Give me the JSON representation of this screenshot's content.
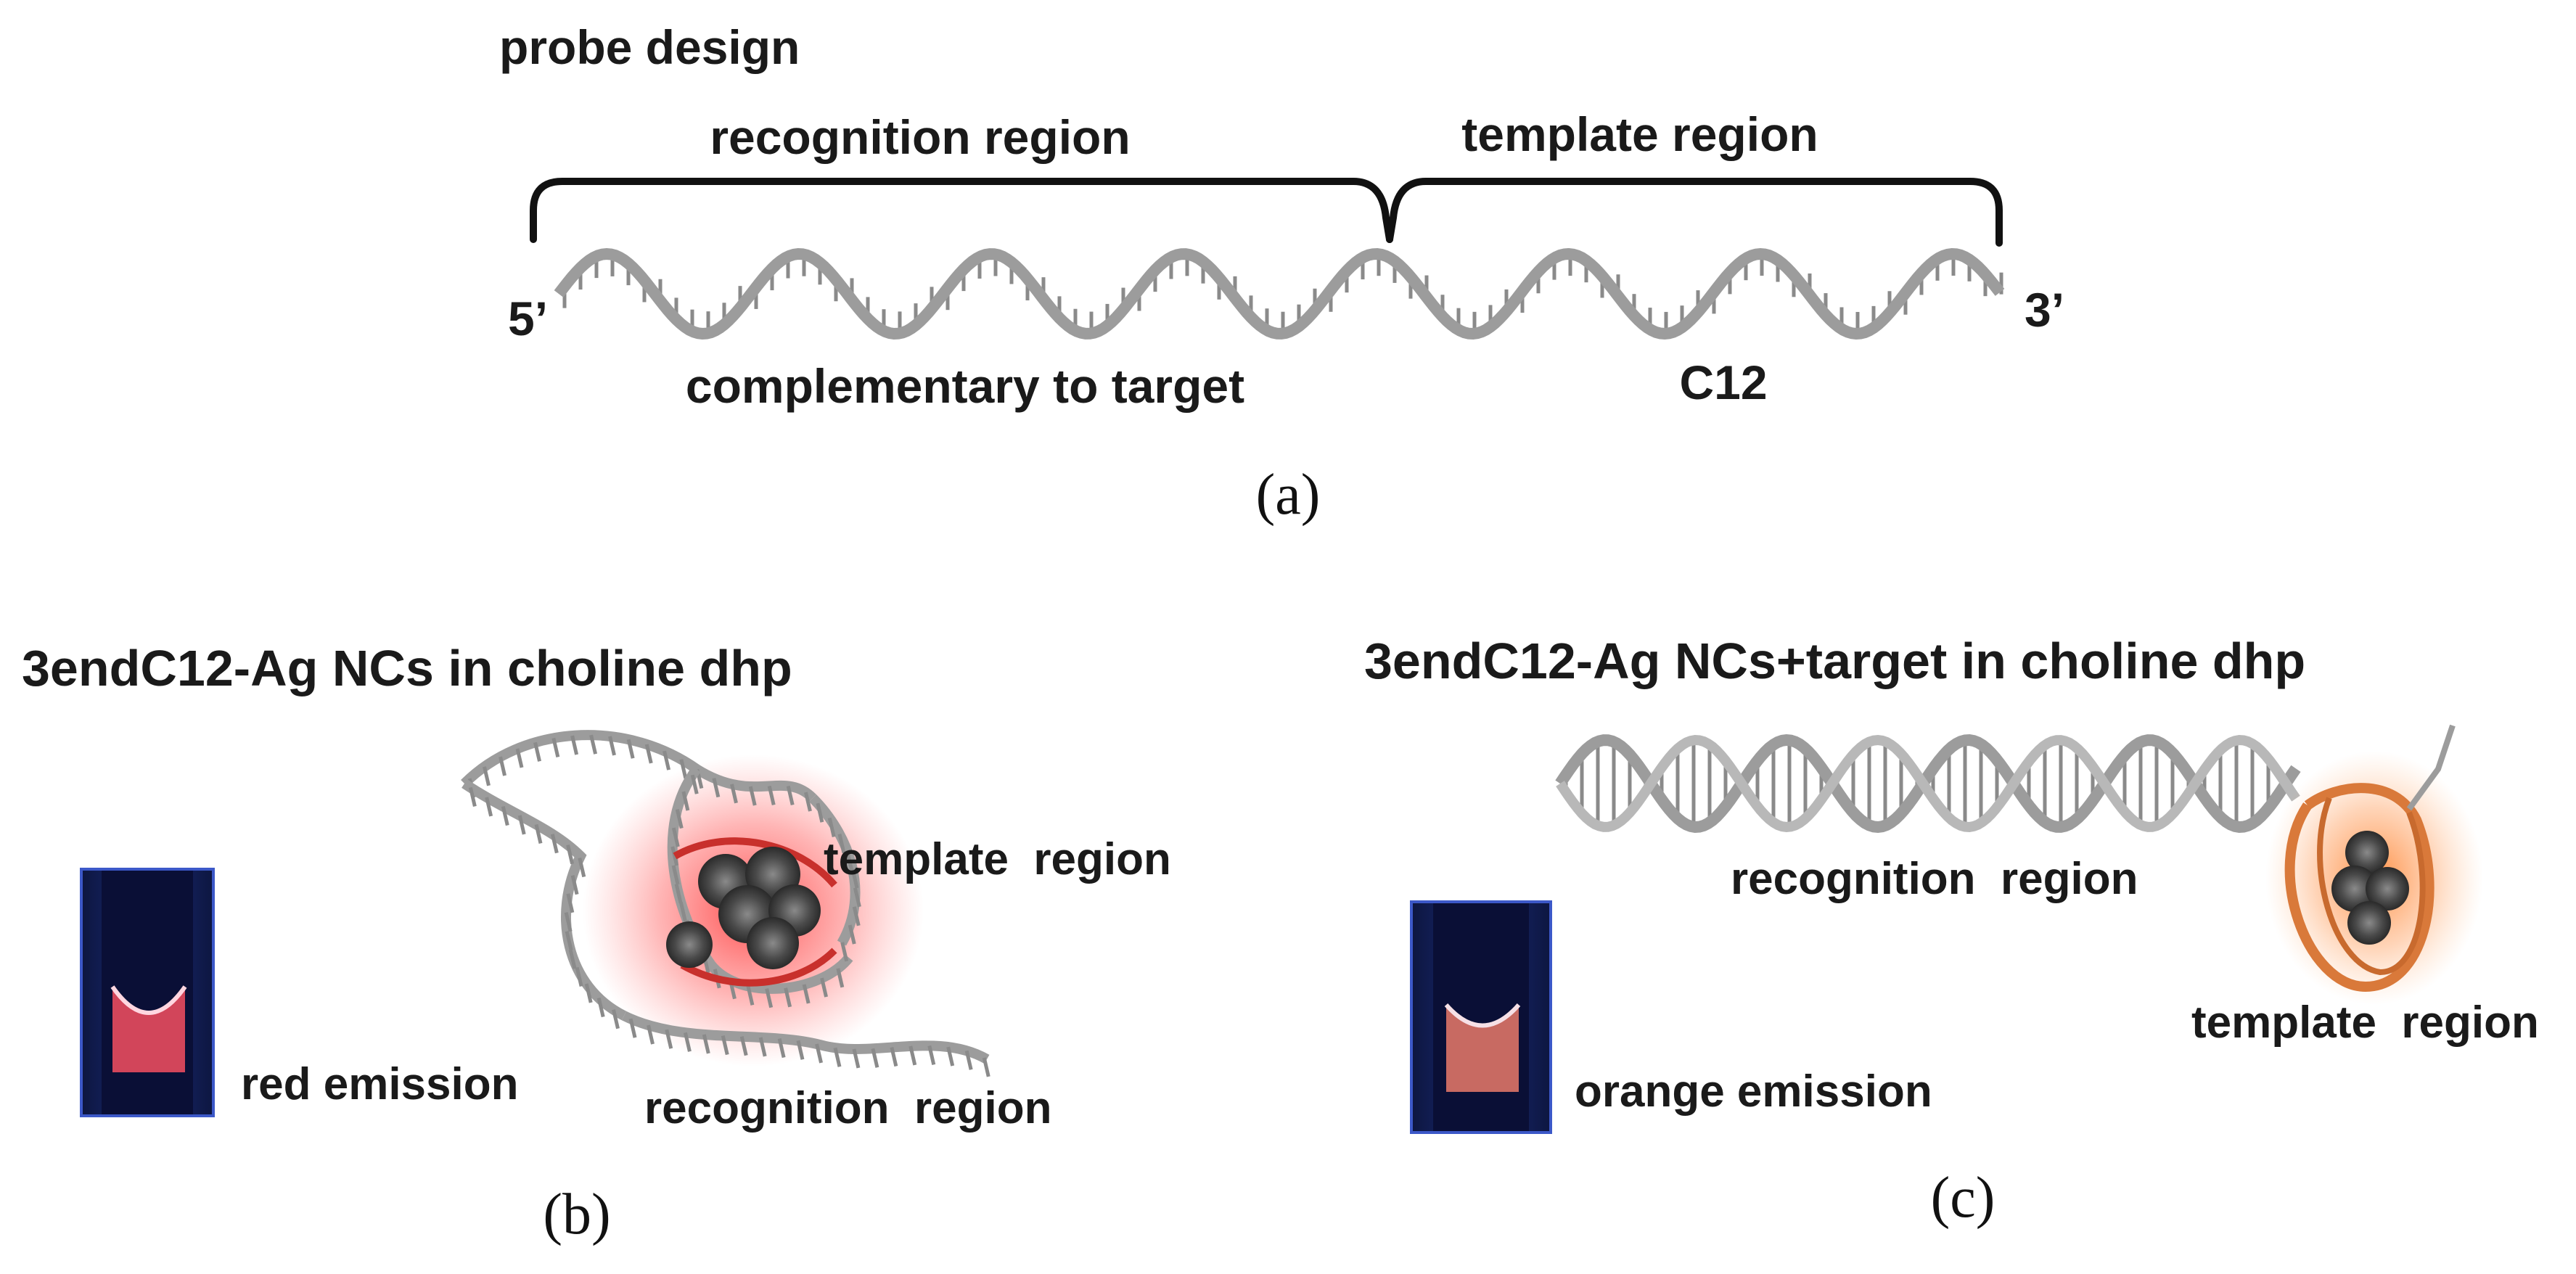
{
  "panel_a": {
    "heading": "probe design",
    "bracket_left_label": "recognition region",
    "bracket_right_label": "template region",
    "end_5": "5’",
    "end_3": "3’",
    "below_left_label": "complementary to target",
    "below_right_label": "C12",
    "caption": "(a)"
  },
  "panel_b": {
    "title": "3endC12-Ag NCs in choline dhp",
    "template_label": "template  region",
    "recognition_label": "recognition  region",
    "emission_label": "red emission",
    "caption": "(b)",
    "glow_color": "#ff3b3b",
    "vial_color": "#d2455a"
  },
  "panel_c": {
    "title": "3endC12-Ag NCs+target in choline dhp",
    "recognition_label": "recognition  region",
    "template_label": "template  region",
    "emission_label": "orange emission",
    "caption": "(c)",
    "glow_color": "#ff8c3a",
    "vial_color": "#c86a62"
  },
  "colors": {
    "dna_strand": "#9c9c9c",
    "nanocluster": "#4a4a4a",
    "vial_frame": "#1e2b78"
  }
}
